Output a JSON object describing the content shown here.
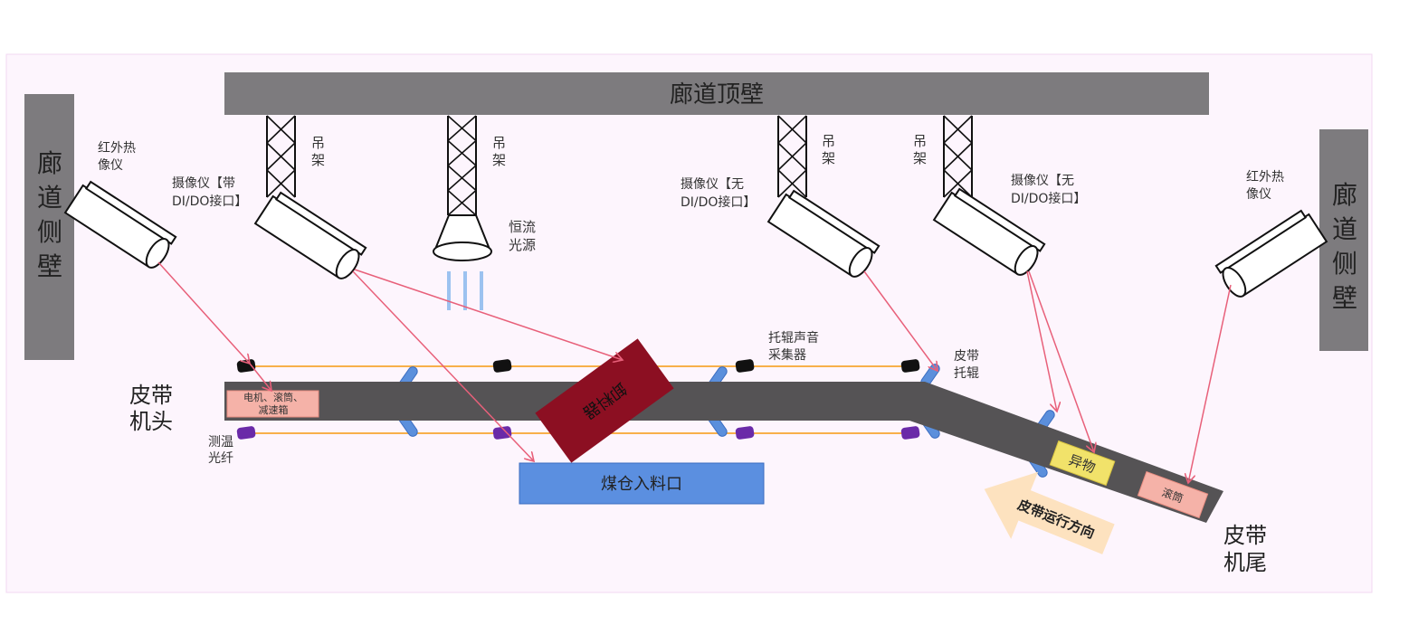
{
  "title": "皮带巡检系统布置示意图",
  "colors": {
    "canvas_bg": "#fdf5fd",
    "wall": "#7d7b7e",
    "belt": "#555355",
    "cable": "#f8b04a",
    "laser": "#e8607a",
    "light_ray": "#9cc2f0",
    "roller": "#5b8fdc",
    "sound_sensor": "#111111",
    "temp_sensor": "#6a2aa8",
    "tripper": "#8c0f22",
    "hopper": "#5b8fe0",
    "fault_box": "#f5b2a8",
    "foreign_box": "#f1e26a",
    "direction_arrow": "#fde2bf"
  },
  "walls": {
    "ceiling": "廊道顶壁",
    "left_side": "廊道侧壁",
    "right_side": "廊道侧壁"
  },
  "hangers": [
    {
      "id": "hanger-1",
      "label": "吊架"
    },
    {
      "id": "hanger-2",
      "label": "吊架"
    },
    {
      "id": "hanger-3",
      "label": "吊架"
    },
    {
      "id": "hanger-4",
      "label": "吊架"
    }
  ],
  "devices": {
    "ir_left": {
      "line1": "红外热",
      "line2": "像仪"
    },
    "ir_right": {
      "line1": "红外热",
      "line2": "像仪"
    },
    "camera_dido": {
      "line1": "摄像仪【带",
      "line2": "DI/DO接口】"
    },
    "camera_nodido_1": {
      "line1": "摄像仪【无",
      "line2": "DI/DO接口】"
    },
    "camera_nodido_2": {
      "line1": "摄像仪【无",
      "line2": "DI/DO接口】"
    },
    "light": {
      "line1": "恒流",
      "line2": "光源"
    }
  },
  "belt": {
    "head": {
      "line1": "皮带",
      "line2": "机头"
    },
    "tail": {
      "line1": "皮带",
      "line2": "机尾"
    },
    "motor_box": {
      "line1": "电机、滚筒、",
      "line2": "减速箱"
    },
    "tripper": "卸料器",
    "hopper": "煤仓入料口",
    "foreign_object": "异物",
    "tail_drum": "滚筒",
    "direction": "皮带运行方向"
  },
  "sensors": {
    "sound": {
      "line1": "托辊声音",
      "line2": "采集器"
    },
    "temp_fiber": {
      "line1": "测温",
      "line2": "光纤"
    },
    "roller": {
      "line1": "皮带",
      "line2": "托辊"
    }
  }
}
